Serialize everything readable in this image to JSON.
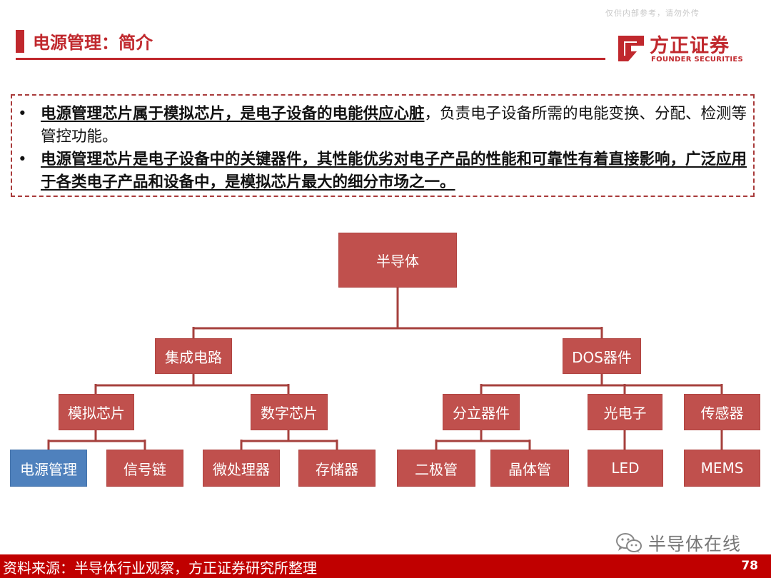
{
  "watermark": "仅供内部参考，请勿外传",
  "header": {
    "title": "电源管理：简介",
    "brand_cn": "方正证券",
    "brand_en": "FOUNDER SECURITIES",
    "brand_color": "#c0282d"
  },
  "intro": {
    "bullet": "•",
    "p1_bold": "电源管理芯片属于模拟芯片，是电子设备的电能供应心脏",
    "p1_rest": "，负责电子设备所需的电能变换、分配、检测等管控功能。",
    "p2_bold": "电源管理芯片是电子设备中的关键器件，其性能优劣对电子产品的性能和可靠性有着直接影响，广泛应用于各类电子产品和设备中，是模拟芯片最大的细分市场之一。"
  },
  "tree": {
    "root": "半导体",
    "ic": "集成电路",
    "dos": "DOS器件",
    "analog": "模拟芯片",
    "digital": "数字芯片",
    "discrete": "分立器件",
    "opto": "光电子",
    "sensor": "传感器",
    "power_mgmt": "电源管理",
    "signal_chain": "信号链",
    "microprocessor": "微处理器",
    "memory": "存储器",
    "diode": "二极管",
    "transistor": "晶体管",
    "led": "LED",
    "mems": "MEMS",
    "node_color": "#c0504d",
    "highlight_color": "#4f81bd"
  },
  "footer": {
    "source": "资料来源：半导体行业观察，方正证券研究所整理",
    "page_number": "78",
    "wechat_account": "半导体在线",
    "bar_color": "#c00000"
  }
}
